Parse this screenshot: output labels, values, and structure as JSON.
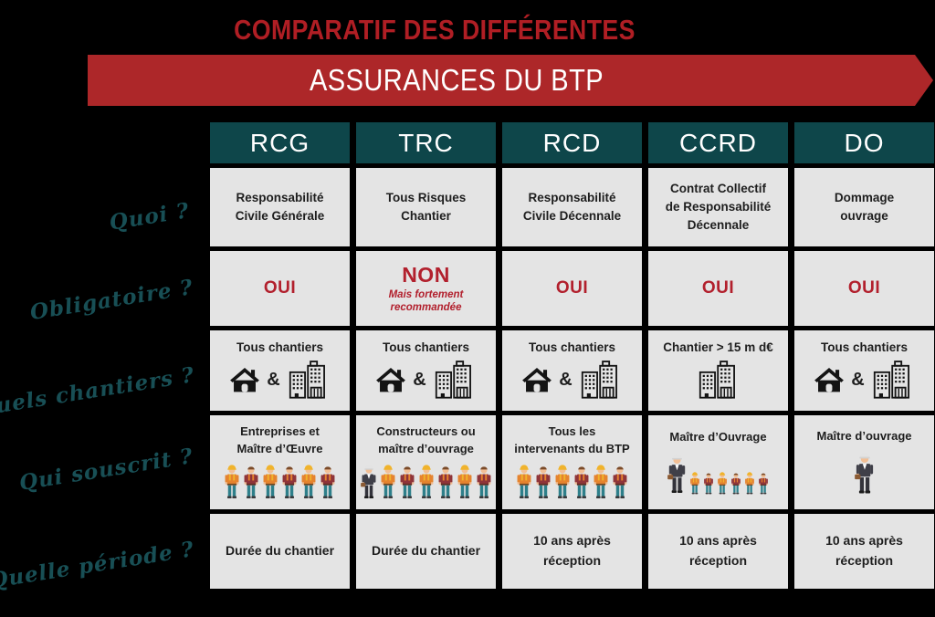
{
  "colors": {
    "background": "#000000",
    "title_red": "#b01e24",
    "banner_red": "#ad2729",
    "header_teal": "#0e464a",
    "cell_gray": "#e4e4e4",
    "accent_red": "#b2202d",
    "script_label_teal": "#184f55"
  },
  "title": "COMPARATIF DES DIFFÉRENTES",
  "banner": "ASSURANCES DU BTP",
  "table": {
    "headers": [
      "RCG",
      "TRC",
      "RCD",
      "CCRD",
      "DO"
    ],
    "row_labels": {
      "quoi": "Quoi ?",
      "obligatoire": "Obligatoire ?",
      "chantiers": "Quels chantiers ?",
      "souscrit": "Qui souscrit ?",
      "periode": "Quelle période ?"
    },
    "quoi": [
      "Responsabilité\nCivile Générale",
      "Tous Risques\nChantier",
      "Responsabilité\nCivile Décennale",
      "Contrat Collectif\nde Responsabilité\nDécennale",
      "Dommage\nouvrage"
    ],
    "obligatoire": {
      "values": [
        "OUI",
        "NON",
        "OUI",
        "OUI",
        "OUI"
      ],
      "note": "Mais fortement\nrecommandée"
    },
    "chantiers": {
      "labels": [
        "Tous chantiers",
        "Tous chantiers",
        "Tous chantiers",
        "Chantier > 15 m d€",
        "Tous chantiers"
      ],
      "amp": "&",
      "icons": [
        [
          "house",
          "amp",
          "building"
        ],
        [
          "house",
          "amp",
          "building"
        ],
        [
          "house",
          "amp",
          "building"
        ],
        [
          "building"
        ],
        [
          "house",
          "amp",
          "building"
        ]
      ]
    },
    "souscrit": {
      "labels": [
        "Entreprises et\nMaître d’Œuvre",
        "Constructeurs ou\nmaître d’ouvrage",
        "Tous les\nintervenants du BTP",
        "Maître d’Ouvrage",
        "Maître d’ouvrage"
      ],
      "figures": [
        [
          {
            "type": "worker",
            "count": 6,
            "size": "normal"
          }
        ],
        [
          {
            "type": "businessman",
            "count": 1,
            "size": "normal"
          },
          {
            "type": "worker",
            "count": 6,
            "size": "normal"
          }
        ],
        [
          {
            "type": "worker",
            "count": 6,
            "size": "normal"
          }
        ],
        [
          {
            "type": "businessman",
            "count": 1,
            "size": "large"
          },
          {
            "type": "worker",
            "count": 6,
            "size": "small"
          }
        ],
        [
          {
            "type": "businessman",
            "count": 1,
            "size": "xl"
          }
        ]
      ]
    },
    "periode": [
      "Durée du chantier",
      "Durée du chantier",
      "10 ans après\nréception",
      "10 ans après\nréception",
      "10 ans après\nréception"
    ]
  }
}
